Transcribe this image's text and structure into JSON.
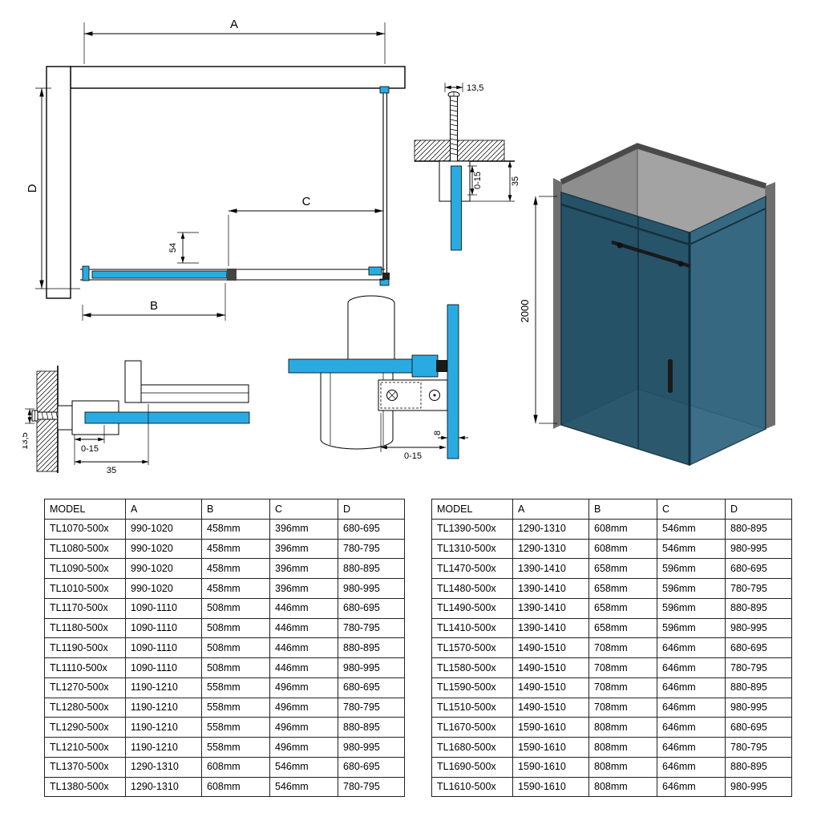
{
  "colors": {
    "glass_blue": "#29abe2",
    "glass_dark": "#1b4c64",
    "wall_gray": "#8e8e8e",
    "line": "#000000"
  },
  "plan_view": {
    "dim_width": "A",
    "dim_door": "B",
    "dim_opening": "C",
    "dim_depth": "D",
    "dim_overlap": "54"
  },
  "wall_profile_top_view": {
    "dim_anchor": "13,5",
    "dim_adjustment": "0-15",
    "dim_profile": "35"
  },
  "wall_profile_side_view": {
    "dim_anchor": "13,5",
    "dim_adjustment": "0-15",
    "dim_profile": "35"
  },
  "roller_mechanism_view": {
    "dim_glass": "8",
    "dim_adjustment": "0-15"
  },
  "isometric_view": {
    "dim_height": "2000"
  },
  "tables": {
    "left": {
      "headers": [
        "MODEL",
        "A",
        "B",
        "C",
        "D"
      ],
      "rows": [
        [
          "TL1070-500x",
          "990-1020",
          "458mm",
          "396mm",
          "680-695"
        ],
        [
          "TL1080-500x",
          "990-1020",
          "458mm",
          "396mm",
          "780-795"
        ],
        [
          "TL1090-500x",
          "990-1020",
          "458mm",
          "396mm",
          "880-895"
        ],
        [
          "TL1010-500x",
          "990-1020",
          "458mm",
          "396mm",
          "980-995"
        ],
        [
          "TL1170-500x",
          "1090-1110",
          "508mm",
          "446mm",
          "680-695"
        ],
        [
          "TL1180-500x",
          "1090-1110",
          "508mm",
          "446mm",
          "780-795"
        ],
        [
          "TL1190-500x",
          "1090-1110",
          "508mm",
          "446mm",
          "880-895"
        ],
        [
          "TL1110-500x",
          "1090-1110",
          "508mm",
          "446mm",
          "980-995"
        ],
        [
          "TL1270-500x",
          "1190-1210",
          "558mm",
          "496mm",
          "680-695"
        ],
        [
          "TL1280-500x",
          "1190-1210",
          "558mm",
          "496mm",
          "780-795"
        ],
        [
          "TL1290-500x",
          "1190-1210",
          "558mm",
          "496mm",
          "880-895"
        ],
        [
          "TL1210-500x",
          "1190-1210",
          "558mm",
          "496mm",
          "980-995"
        ],
        [
          "TL1370-500x",
          "1290-1310",
          "608mm",
          "546mm",
          "680-695"
        ],
        [
          "TL1380-500x",
          "1290-1310",
          "608mm",
          "546mm",
          "780-795"
        ]
      ]
    },
    "right": {
      "headers": [
        "MODEL",
        "A",
        "B",
        "C",
        "D"
      ],
      "rows": [
        [
          "TL1390-500x",
          "1290-1310",
          "608mm",
          "546mm",
          "880-895"
        ],
        [
          "TL1310-500x",
          "1290-1310",
          "608mm",
          "546mm",
          "980-995"
        ],
        [
          "TL1470-500x",
          "1390-1410",
          "658mm",
          "596mm",
          "680-695"
        ],
        [
          "TL1480-500x",
          "1390-1410",
          "658mm",
          "596mm",
          "780-795"
        ],
        [
          "TL1490-500x",
          "1390-1410",
          "658mm",
          "596mm",
          "880-895"
        ],
        [
          "TL1410-500x",
          "1390-1410",
          "658mm",
          "596mm",
          "980-995"
        ],
        [
          "TL1570-500x",
          "1490-1510",
          "708mm",
          "646mm",
          "680-695"
        ],
        [
          "TL1580-500x",
          "1490-1510",
          "708mm",
          "646mm",
          "780-795"
        ],
        [
          "TL1590-500x",
          "1490-1510",
          "708mm",
          "646mm",
          "880-895"
        ],
        [
          "TL1510-500x",
          "1490-1510",
          "708mm",
          "646mm",
          "980-995"
        ],
        [
          "TL1670-500x",
          "1590-1610",
          "808mm",
          "646mm",
          "680-695"
        ],
        [
          "TL1680-500x",
          "1590-1610",
          "808mm",
          "646mm",
          "780-795"
        ],
        [
          "TL1690-500x",
          "1590-1610",
          "808mm",
          "646mm",
          "880-895"
        ],
        [
          "TL1610-500x",
          "1590-1610",
          "808mm",
          "646mm",
          "980-995"
        ]
      ]
    }
  }
}
